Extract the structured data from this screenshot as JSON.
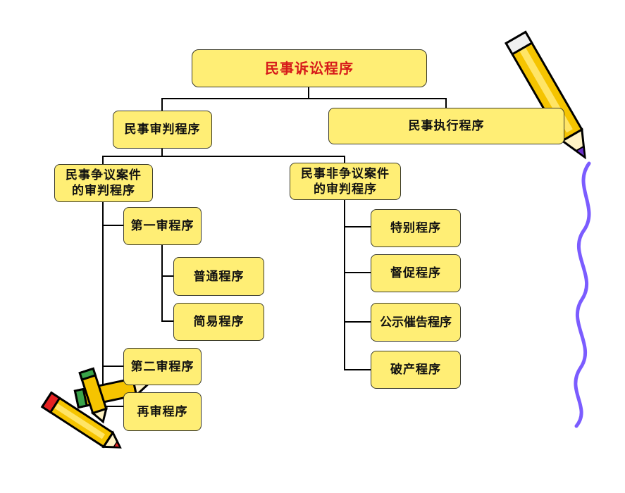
{
  "root": {
    "label": "民事诉讼程序"
  },
  "trial": {
    "label": "民事审判程序"
  },
  "execution": {
    "label": "民事执行程序"
  },
  "contentious": {
    "line1": "民事争议案件",
    "line2": "的审判程序"
  },
  "noncontentious": {
    "line1": "民事非争议案件",
    "line2": "的审判程序"
  },
  "first_instance": {
    "label": "第一审程序"
  },
  "ordinary": {
    "label": "普通程序"
  },
  "simple": {
    "label": "简易程序"
  },
  "second_instance": {
    "label": "第二审程序"
  },
  "retrial": {
    "label": "再审程序"
  },
  "special": {
    "label": "特别程序"
  },
  "supervise": {
    "label": "督促程序"
  },
  "public_notice": {
    "label": "公示催告程序"
  },
  "bankruptcy": {
    "label": "破产程序"
  },
  "colors": {
    "node_fill": "#ffee75",
    "root_text": "#d61a1a",
    "line": "#000000",
    "wave": "#7b5cff"
  },
  "icons": [
    "pencil-icon-top-right",
    "pencils-icon-bottom-left"
  ]
}
